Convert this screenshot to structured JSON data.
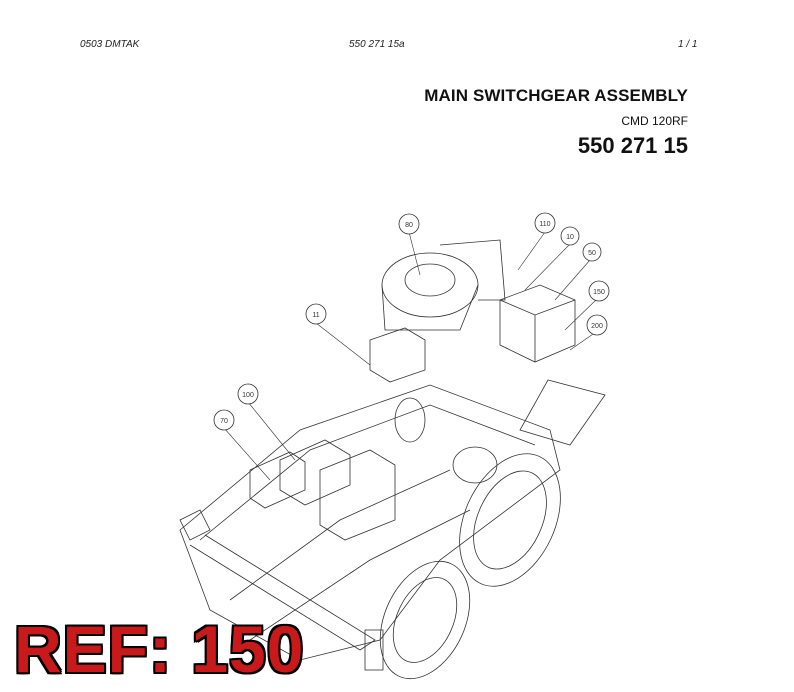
{
  "header": {
    "left": "0503 DMTAK",
    "center": "550 271 15a",
    "right": "1 /   1"
  },
  "title": {
    "main": "MAIN SWITCHGEAR ASSEMBLY",
    "model": "CMD 120RF",
    "number": "550 271 15"
  },
  "callouts": [
    "80",
    "110",
    "10",
    "50",
    "150",
    "200",
    "11",
    "100",
    "70"
  ],
  "reference": {
    "text": "REF: 150",
    "color": "#c81a1a"
  }
}
